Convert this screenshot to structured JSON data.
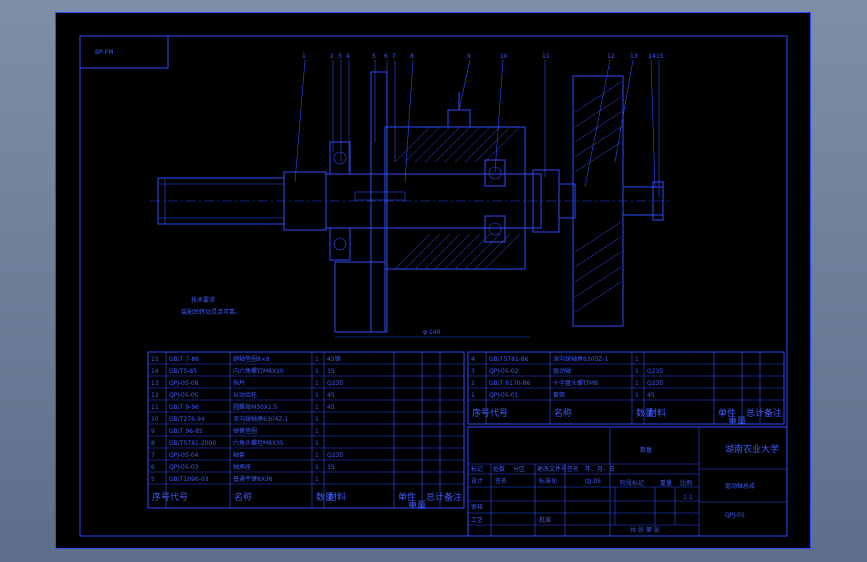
{
  "drawing": {
    "frame_label": "BP-FM",
    "notes_title": "技术要求",
    "notes_line": "装配后转动灵活可靠。",
    "callouts": [
      "1",
      "2",
      "3",
      "4",
      "5",
      "6",
      "7",
      "8",
      "9",
      "10",
      "11",
      "12",
      "13",
      "14",
      "15"
    ],
    "dim_label": "φ 140"
  },
  "title_block": {
    "university": "湖南农业大学",
    "part_name": "驱动轴总成",
    "drawing_no": "QPJ-05",
    "scale": "1:1",
    "material_cell": "数量",
    "stage_label": "阶段标记",
    "weight_label": "重量",
    "scale_label": "比例",
    "row_labels": [
      "标记",
      "处数",
      "分区",
      "更改文件号",
      "签名",
      "年、月、日"
    ],
    "row2": [
      "设计",
      "签名",
      "标准化",
      "QJ.05"
    ],
    "row3": [
      "审核"
    ],
    "row4": [
      "工艺",
      "批准"
    ],
    "sheet_info": "共 张 第 张"
  },
  "bom_left": {
    "rows": [
      [
        "15",
        "GB/T 7-86",
        "销轴垫圈8×8",
        "1",
        "45钢"
      ],
      [
        "14",
        "GB/T5-85",
        "内六角螺钉M8X10",
        "1",
        "35"
      ],
      [
        "13",
        "QPJ-05-08",
        "挡片",
        "1",
        "Q235"
      ],
      [
        "12",
        "QPJ-05-05",
        "从动齿轮",
        "1",
        "45"
      ],
      [
        "11",
        "GB/T 9-96",
        "圆螺母M30X1.5",
        "1",
        "45"
      ],
      [
        "10",
        "GB/T276-94",
        "深沟球轴承6304Z-1",
        "1",
        ""
      ],
      [
        "9",
        "GB/T 96-85",
        "弹簧垫圈",
        "1",
        ""
      ],
      [
        "8",
        "GB/T5781-2000",
        "六角头螺栓M8X35",
        "1",
        ""
      ],
      [
        "7",
        "QPJ-05-04",
        "轴套",
        "1",
        "Q235"
      ],
      [
        "6",
        "QPJ-05-03",
        "轴承座",
        "1",
        "35"
      ],
      [
        "5",
        "GB/T1096-03",
        "普通平键8X36",
        "1",
        ""
      ]
    ],
    "header": [
      "序号",
      "代号",
      "名称",
      "数量",
      "材料",
      "单件",
      "总计",
      "备注"
    ],
    "header_sub": "重量"
  },
  "bom_right": {
    "rows": [
      [
        "4",
        "GB/T5781-86",
        "深沟球轴承6305Z-1",
        "1",
        ""
      ],
      [
        "3",
        "QPJ-05-02",
        "驱动轴",
        "1",
        "Q235"
      ],
      [
        "2",
        "GB/T 6170-86",
        "十字盘头螺钉M8",
        "1",
        "Q235"
      ],
      [
        "1",
        "QPJ-05-01",
        "套筒",
        "1",
        "45"
      ]
    ],
    "header": [
      "序号",
      "代号",
      "名称",
      "数量",
      "材料",
      "单件",
      "总计",
      "备注"
    ],
    "header_sub": "重量"
  },
  "colors": {
    "line": "#2b4dff",
    "background": "#000000",
    "window": "#6d7e9a"
  }
}
